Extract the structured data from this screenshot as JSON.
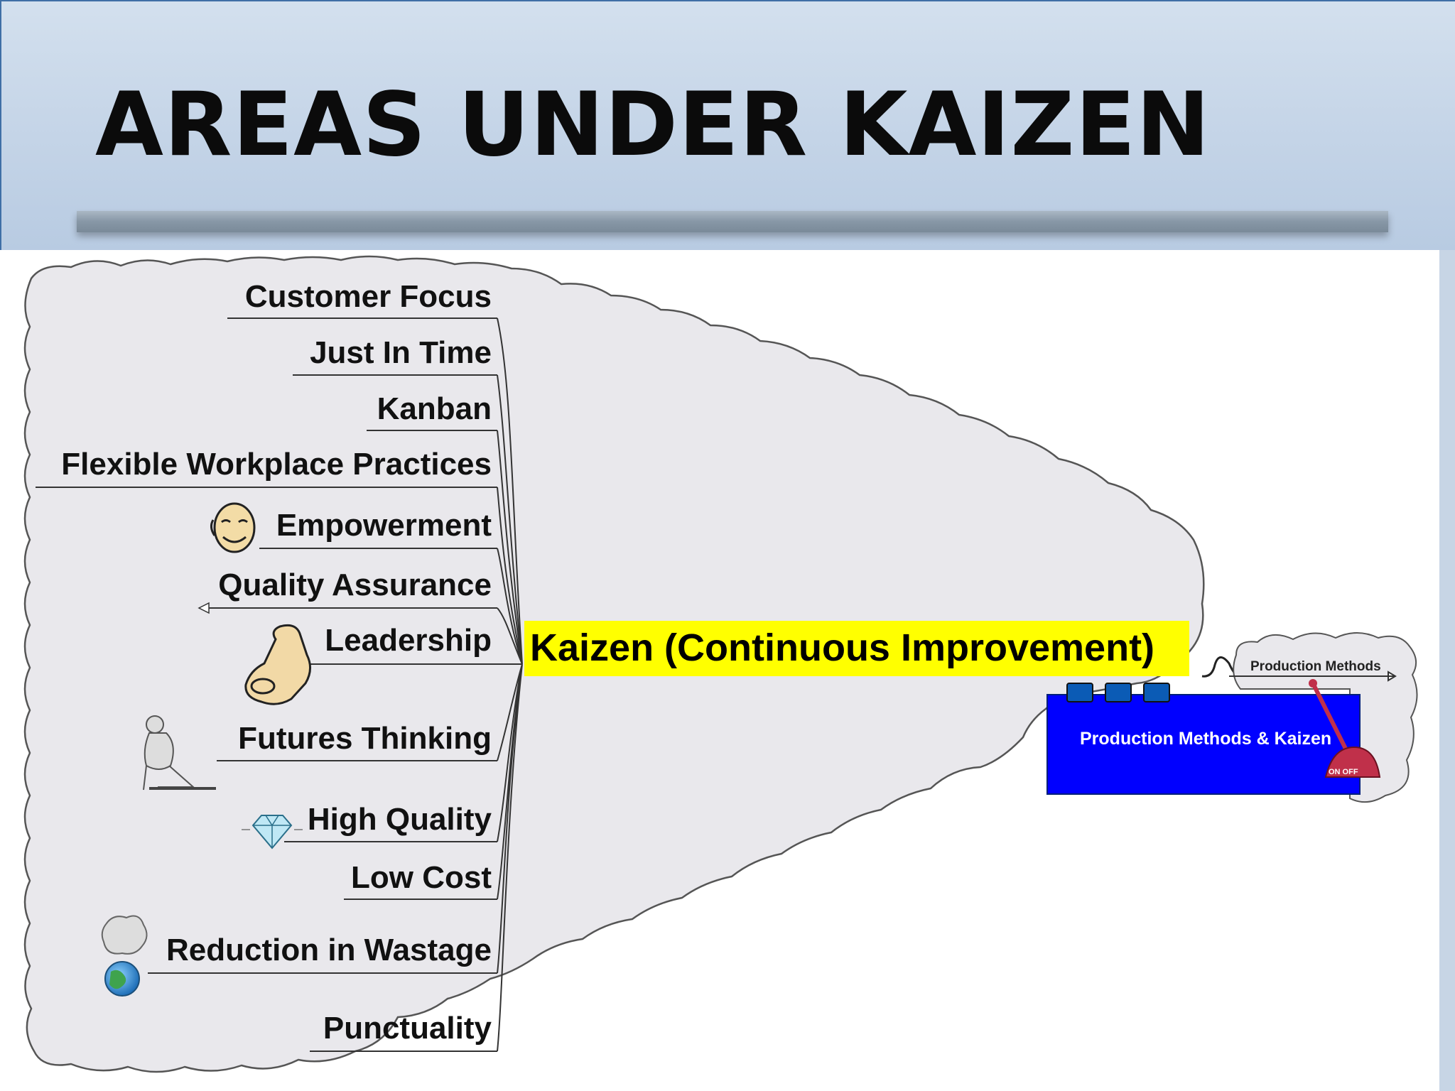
{
  "slide": {
    "title": "AREAS UNDER KAIZEN"
  },
  "diagram": {
    "center": "Kaizen (Continuous Improvement)",
    "branches": [
      {
        "label": "Customer Focus",
        "icon": null
      },
      {
        "label": "Just In Time",
        "icon": null
      },
      {
        "label": "Kanban",
        "icon": null
      },
      {
        "label": "Flexible Workplace Practices",
        "icon": null
      },
      {
        "label": "Empowerment",
        "icon": "smiling-face-icon"
      },
      {
        "label": "Quality Assurance",
        "icon": null
      },
      {
        "label": "Leadership",
        "icon": "pointing-hand-icon"
      },
      {
        "label": "Futures Thinking",
        "icon": "thinker-icon"
      },
      {
        "label": "High Quality",
        "icon": "diamond-icon"
      },
      {
        "label": "Low Cost",
        "icon": null
      },
      {
        "label": "Reduction in Wastage",
        "icon": "recycling-globe-icon"
      },
      {
        "label": "Punctuality",
        "icon": null
      }
    ],
    "linked_map": {
      "box_label": "Production Methods & Kaizen",
      "link_label": "Production Methods",
      "lever_label": "ON OFF"
    },
    "colors": {
      "center_highlight": "#ffff00",
      "linked_box": "#0000ff",
      "cloud_fill": "#e9e8ec",
      "cloud_stroke": "#555555"
    }
  }
}
